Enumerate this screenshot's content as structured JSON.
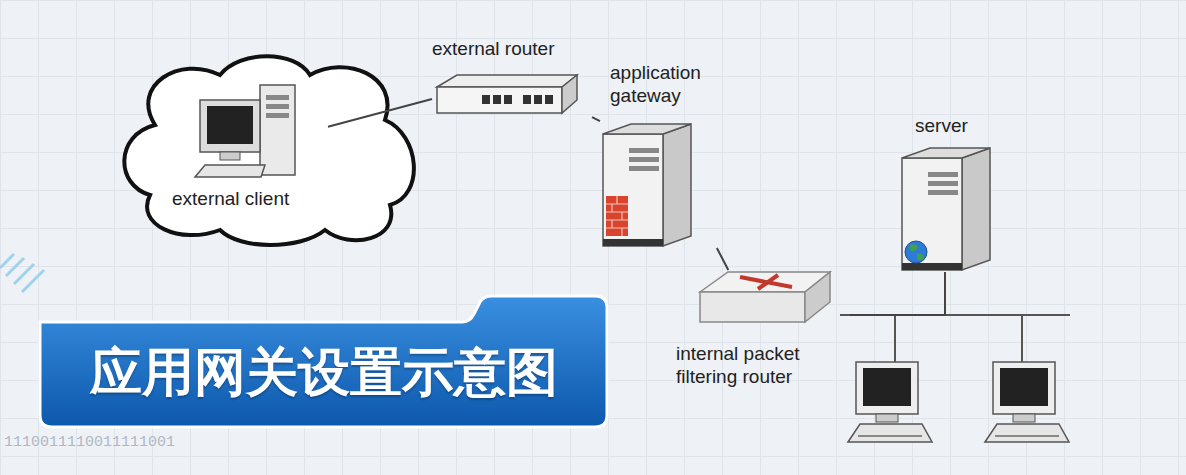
{
  "diagram": {
    "title": "应用网关设置示意图",
    "nodes": [
      {
        "text": [
          "external client"
        ]
      },
      {
        "text": [
          "external router"
        ]
      },
      {
        "text": [
          "application gateway"
        ]
      },
      {
        "text": [
          "server"
        ]
      },
      {
        "text": [
          "internal packet filtering router"
        ]
      }
    ],
    "edges": [
      {
        "from": 0,
        "to": 1,
        "arrow": "none"
      },
      {
        "from": 1,
        "to": 2,
        "arrow": "none"
      },
      {
        "from": 2,
        "to": 4,
        "arrow": "none"
      },
      {
        "from": 4,
        "to": 3,
        "arrow": "none"
      }
    ],
    "labels": [
      "1110011110011111001"
    ]
  }
}
